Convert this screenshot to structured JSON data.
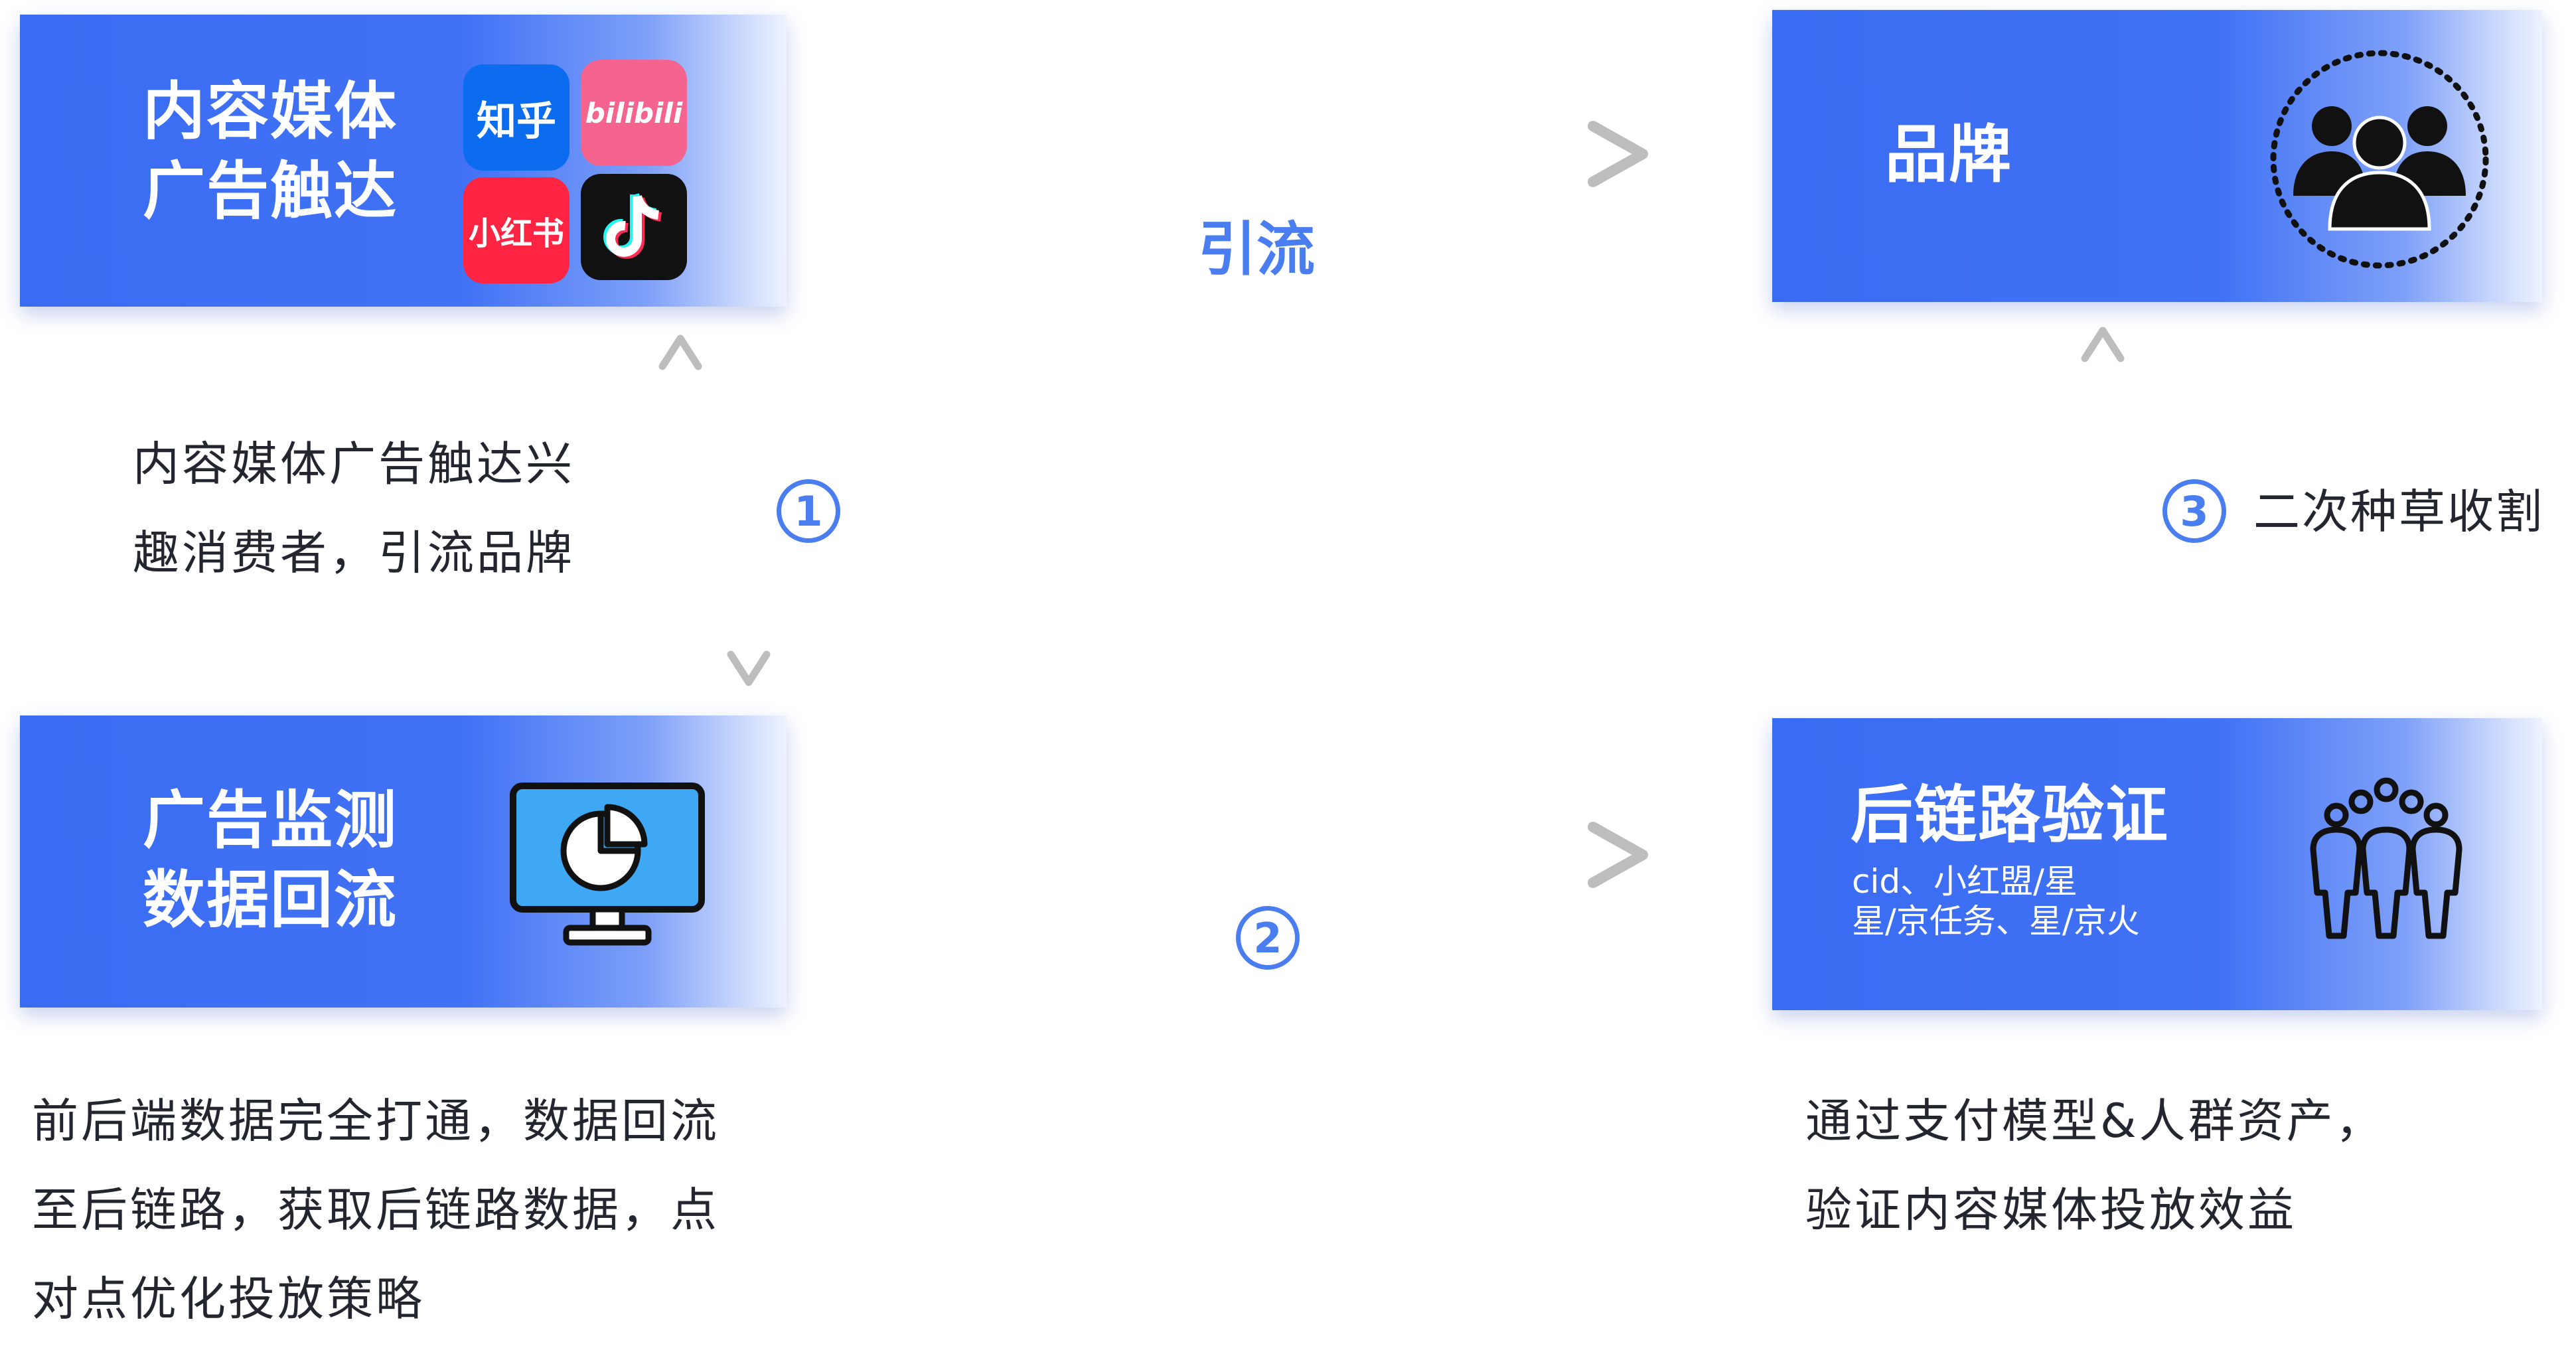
{
  "boxes": {
    "top_left": {
      "title_line1": "内容媒体",
      "title_line2": "广告触达"
    },
    "top_right": {
      "title": "品牌"
    },
    "bottom_left": {
      "title_line1": "广告监测",
      "title_line2": "数据回流"
    },
    "bottom_right": {
      "title": "后链路验证",
      "sub_line1": "cid、小红盟/星",
      "sub_line2": "星/京任务、星/京火"
    }
  },
  "apps": {
    "zhihu": "知乎",
    "bilibili": "bilibili",
    "xiaohongshu": "小红书",
    "tiktok": "tiktok-logo-icon"
  },
  "flows": {
    "top": "引流",
    "bottom_step": "2"
  },
  "steps": {
    "one": "1",
    "three": "3"
  },
  "captions": {
    "left_top_line1": "内容媒体广告触达兴",
    "left_top_line2": "趣消费者，引流品牌",
    "right_top": "二次种草收割",
    "bottom_left_line1": "前后端数据完全打通，数据回流",
    "bottom_left_line2": "至后链路，获取后链路数据，点",
    "bottom_left_line3": "对点优化投放策略",
    "bottom_right_line1": "通过支付模型&人群资产，",
    "bottom_right_line2": "验证内容媒体投放效益"
  },
  "icons": {
    "brand": "people-group-icon",
    "monitor": "monitor-chart-icon",
    "crowd": "crowd-icon"
  },
  "colors": {
    "box_blue": "#3a6cf3",
    "accent_blue": "#4a7ef0",
    "arrow_gray": "#bdbdbd",
    "zhihu_blue": "#0b6cf0",
    "bilibili_pink": "#f5648e",
    "xiaohongshu_red": "#ff2442",
    "tiktok_black": "#111111"
  }
}
